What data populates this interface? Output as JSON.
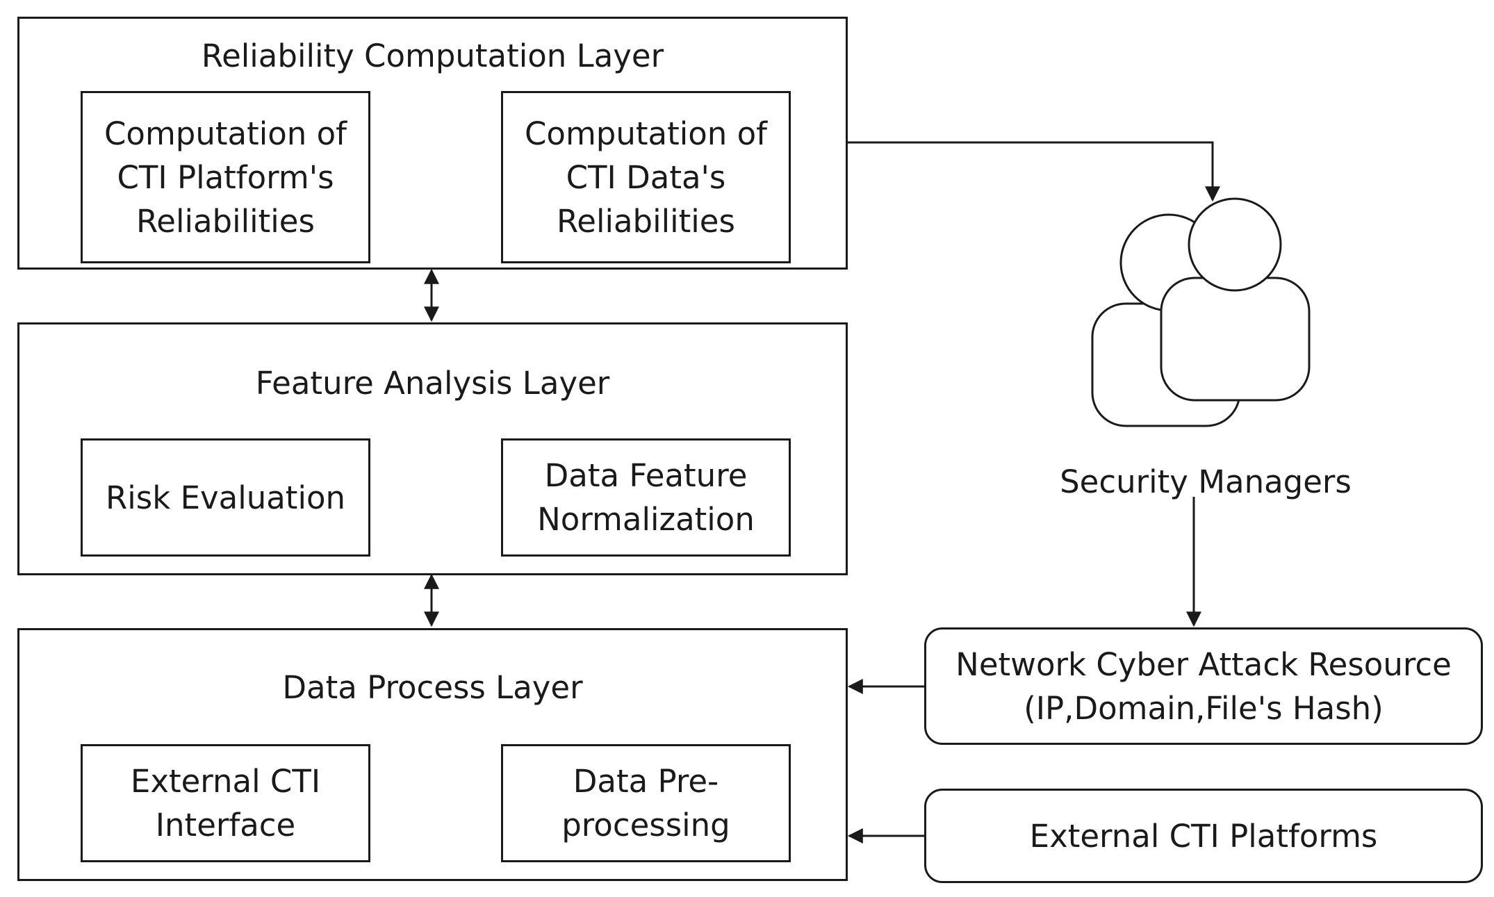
{
  "layers": {
    "reliability": {
      "title": "Reliability Computation Layer",
      "left_box": "Computation of\nCTI Platform's\nReliabilities",
      "right_box": "Computation of\nCTI Data's\nReliabilities"
    },
    "feature": {
      "title": "Feature Analysis Layer",
      "left_box": "Risk Evaluation",
      "right_box": "Data Feature\nNormalization"
    },
    "data_process": {
      "title": "Data Process Layer",
      "left_box": "External CTI\nInterface",
      "right_box": "Data Pre-\nprocessing"
    }
  },
  "actors": {
    "security_managers": "Security Managers"
  },
  "sources": {
    "attack_resource": "Network Cyber Attack Resource\n(IP,Domain,File's Hash)",
    "external_platforms": "External CTI Platforms"
  },
  "colors": {
    "stroke": "#1a1a1a",
    "background": "#ffffff"
  }
}
